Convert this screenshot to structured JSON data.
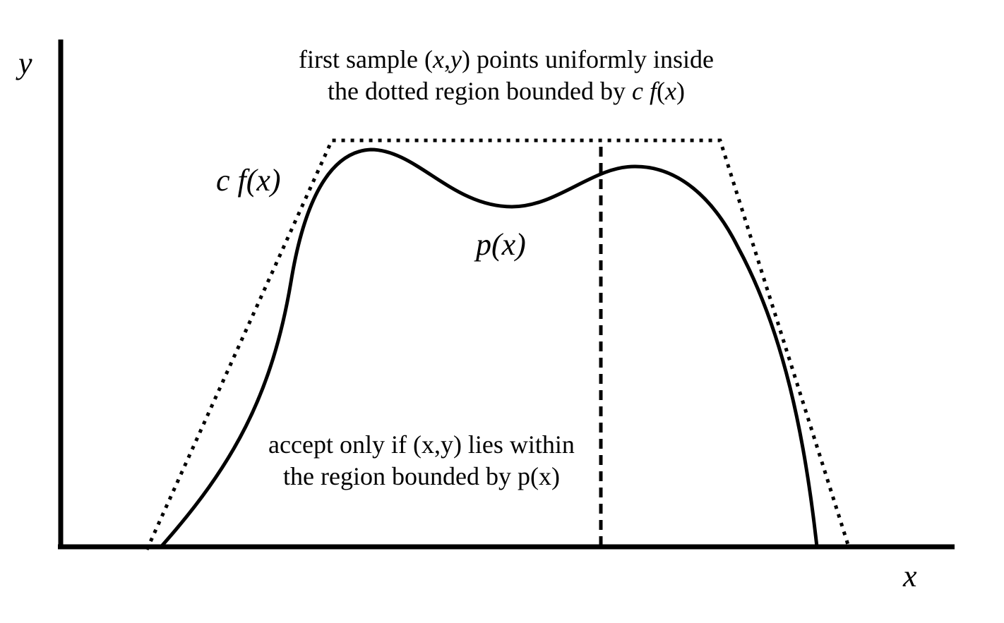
{
  "axes": {
    "y_label": "y",
    "x_label": "x"
  },
  "curves": {
    "envelope_label": "c f(x)",
    "target_label": "p(x)"
  },
  "annotations": {
    "top_line1_pre": "first sample (",
    "top_line1_x": "x",
    "top_line1_comma": ",",
    "top_line1_y": "y",
    "top_line1_post": ") points uniformly inside",
    "top_line2_pre": "the dotted region bounded by ",
    "top_line2_c": "c f",
    "top_line2_paren_open": "(",
    "top_line2_x": "x",
    "top_line2_paren_close": ")",
    "bottom_line1": "accept only if (x,y) lies within",
    "bottom_line2": "the region bounded by p(x)"
  },
  "colors": {
    "ink": "#000000",
    "background": "#ffffff"
  }
}
